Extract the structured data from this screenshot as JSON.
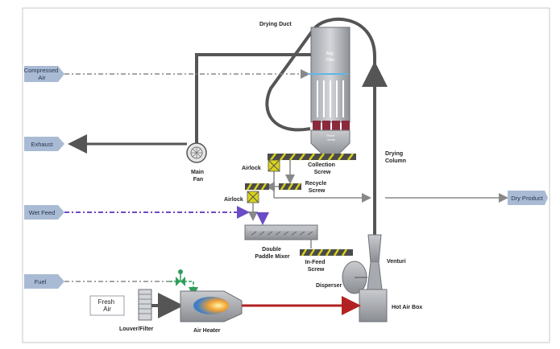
{
  "labels": {
    "drying_duct": "Drying Duct",
    "bag_filter": [
      "Bag",
      "Filter"
    ],
    "relief_vents": [
      "Relief",
      "Vents"
    ],
    "compressed_air": [
      "Compressed",
      "Air"
    ],
    "exhaust": "Exhaust",
    "main_fan": [
      "Main",
      "Fan"
    ],
    "airlock_upper": "Airlock",
    "airlock_lower": "Airlock",
    "collection_screw": [
      "Collection",
      "Screw"
    ],
    "recycle_screw": [
      "Recycle",
      "Screw"
    ],
    "drying_column": [
      "Drying",
      "Column"
    ],
    "dry_product": "Dry Product",
    "wet_feed": "Wet Feed",
    "double_paddle_mixer": [
      "Double",
      "Paddle Mixer"
    ],
    "infeed_screw": [
      "In-Feed",
      "Screw"
    ],
    "venturi": "Venturi",
    "disperser": "Disperser",
    "fuel": "Fuel",
    "fresh_air": [
      "Fresh",
      "Air"
    ],
    "louver_filter": "Louver/Filter",
    "air_heater": "Air Heater",
    "hot_air_box": "Hot Air Box"
  },
  "colors": {
    "duct": "#555555",
    "tag_fill": "#a9bbd4",
    "wet_feed_line": "#6a4cc4",
    "fuel_valve": "#2e9e5a",
    "hot_air_line": "#b22222",
    "screw_yellow": "#d8d21c",
    "relief_vent": "#8b2a3c"
  }
}
